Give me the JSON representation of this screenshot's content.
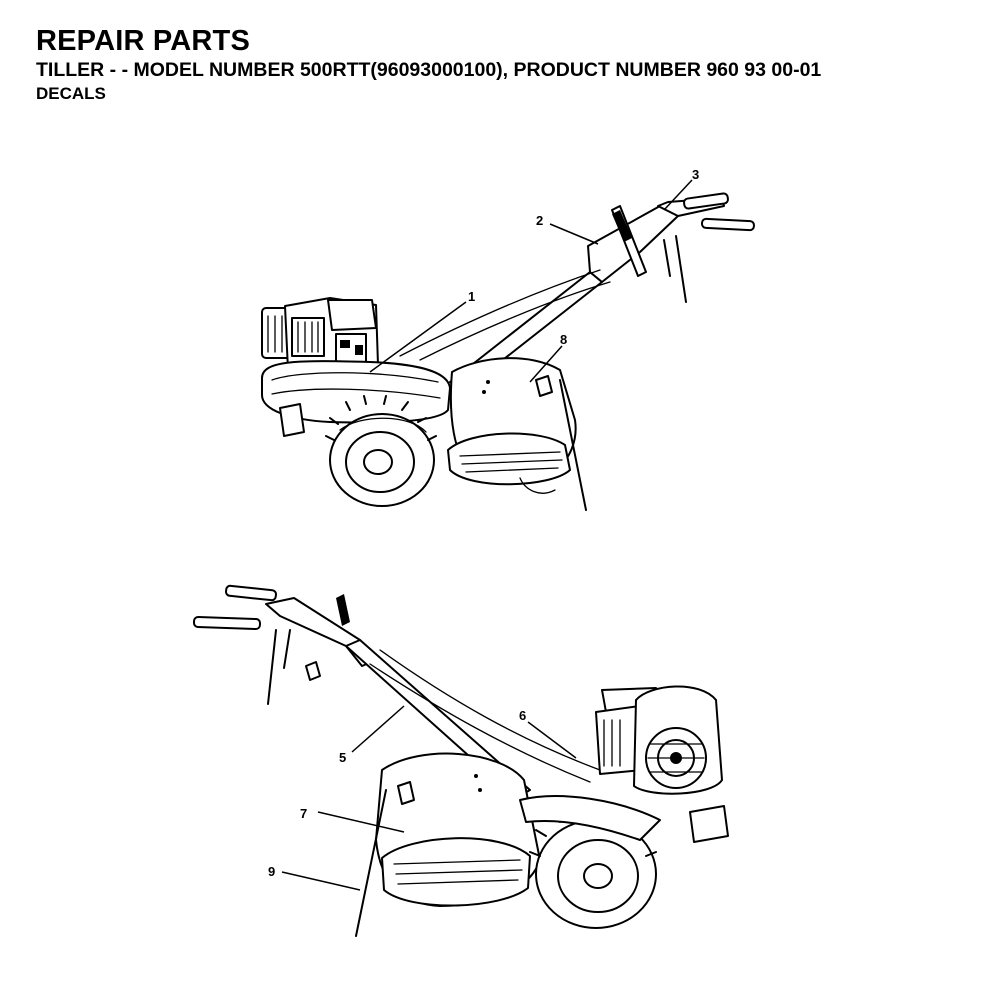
{
  "header": {
    "title": "REPAIR PARTS",
    "subtitle": "TILLER - - MODEL NUMBER 500RTT(96093000100), PRODUCT NUMBER 960 93 00-01",
    "section": "DECALS"
  },
  "callouts": {
    "c1": "1",
    "c2": "2",
    "c3": "3",
    "c5": "5",
    "c6": "6",
    "c7": "7",
    "c8": "8",
    "c9": "9"
  }
}
